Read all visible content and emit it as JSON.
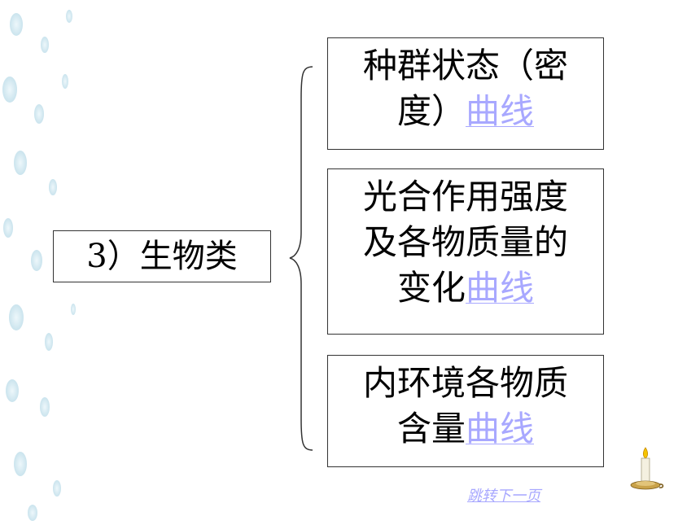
{
  "category_box": {
    "text": "3）生物类"
  },
  "items": [
    {
      "lines": [
        "种群状态（密"
      ],
      "lead": "度）",
      "link": "曲线"
    },
    {
      "lines": [
        "光合作用强度",
        "及各物质量的"
      ],
      "lead": "变化",
      "link": "曲线"
    },
    {
      "lines": [
        "内环境各物质"
      ],
      "lead": "含量",
      "link": "曲线"
    }
  ],
  "nav": {
    "next_page": "跳转下一页"
  },
  "icons": {
    "decoration": "candle-icon"
  },
  "colors": {
    "link": "#a8a8ff",
    "background_dots": "#cfe6f0"
  }
}
